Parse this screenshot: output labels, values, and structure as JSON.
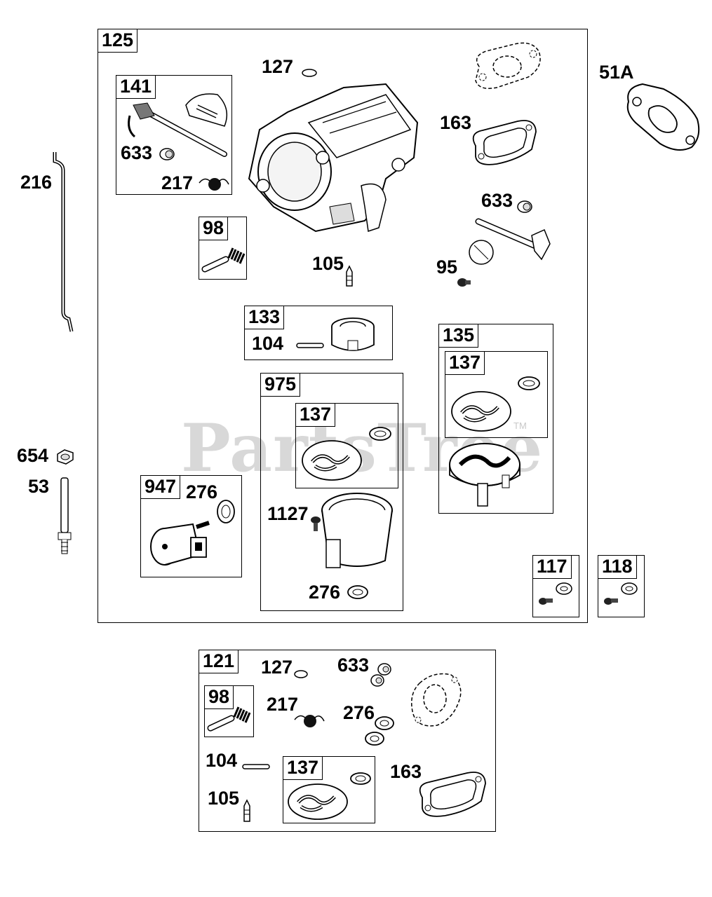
{
  "watermark": {
    "text": "PartsTree",
    "tm": "TM"
  },
  "groups": {
    "g125": "125",
    "g141": "141",
    "g98": "98",
    "g133": "133",
    "g135": "135",
    "g137a": "137",
    "g975": "975",
    "g137b": "137",
    "g947": "947",
    "g117": "117",
    "g118": "118",
    "g121": "121",
    "g98b": "98",
    "g137c": "137"
  },
  "labels": {
    "p127": "127",
    "p51A": "51A",
    "p163": "163",
    "p633a": "633",
    "p217a": "217",
    "p216": "216",
    "p633b": "633",
    "p105a": "105",
    "p95": "95",
    "p104a": "104",
    "p654": "654",
    "p53": "53",
    "p276a": "276",
    "p1127": "1127",
    "p276b": "276",
    "p127b": "127",
    "p633c": "633",
    "p217b": "217",
    "p276c": "276",
    "p104b": "104",
    "p105b": "105",
    "p163b": "163"
  }
}
